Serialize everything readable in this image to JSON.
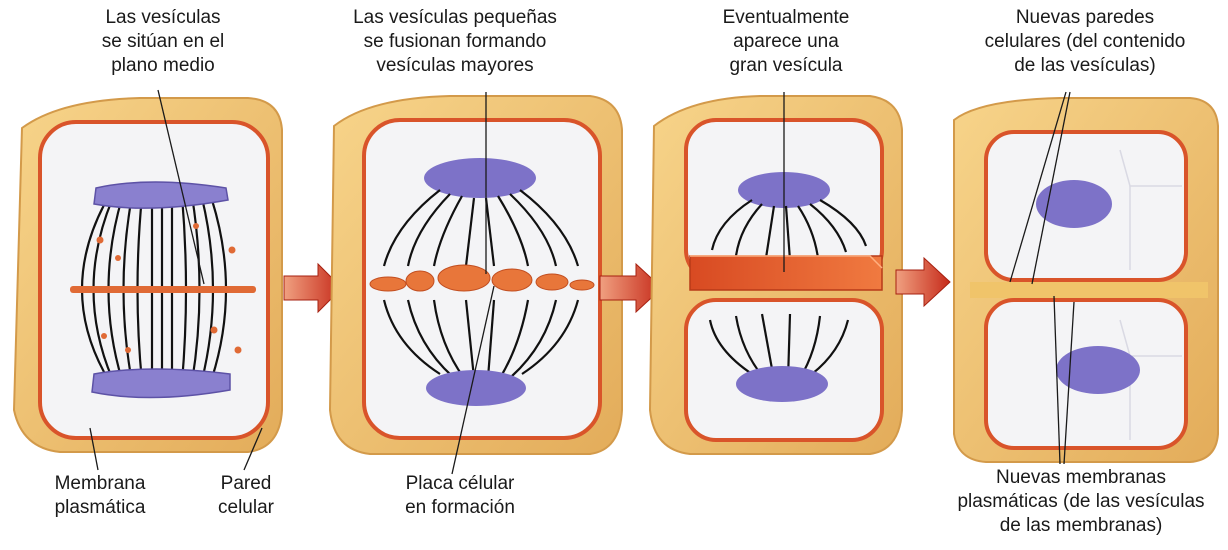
{
  "labels": {
    "stage1_top": "Las vesículas\nse sitúan en el\nplano medio",
    "stage2_top": "Las vesículas pequeñas\nse fusionan formando\nvesículas mayores",
    "stage3_top": "Eventualmente\naparece una\ngran vesícula",
    "stage4_top": "Nuevas paredes\ncelulares (del contenido\nde las vesículas)",
    "membrana": "Membrana\nplasmática",
    "pared": "Pared\ncelular",
    "placa": "Placa célular\nen formación",
    "nuevas_membranas": "Nuevas membranas\nplasmáticas (de las vesículas\nde las membranas)"
  },
  "colors": {
    "wall": "#f2c66e",
    "wall_dark": "#dba250",
    "membrane": "#d9542a",
    "interior": "#f4f4f6",
    "chromosome": "#8a80cf",
    "nucleus": "#7d72c8",
    "vesicle": "#e06a35",
    "arrow": "#d8402a",
    "spindle": "#111111"
  }
}
